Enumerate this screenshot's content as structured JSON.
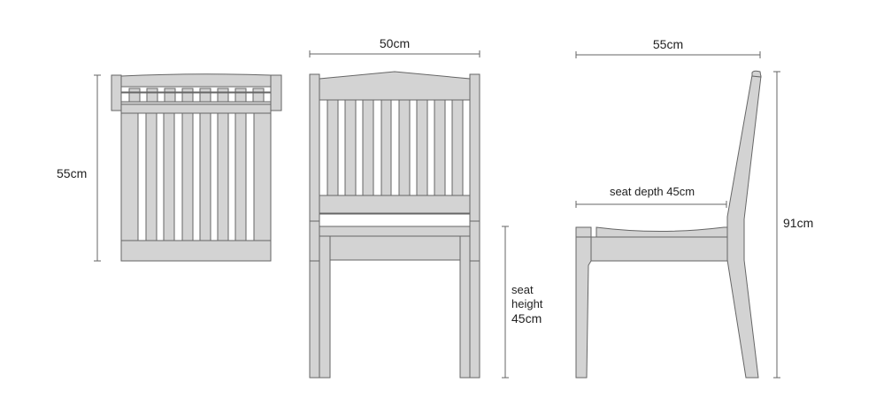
{
  "dimensions": {
    "top_depth": "55cm",
    "front_width": "50cm",
    "side_depth": "55cm",
    "seat_depth": "seat depth 45cm",
    "seat_height": [
      "seat",
      "height",
      "45cm"
    ],
    "total_height": "91cm"
  },
  "colors": {
    "wood": "#d3d3d3",
    "outline": "#666666"
  }
}
